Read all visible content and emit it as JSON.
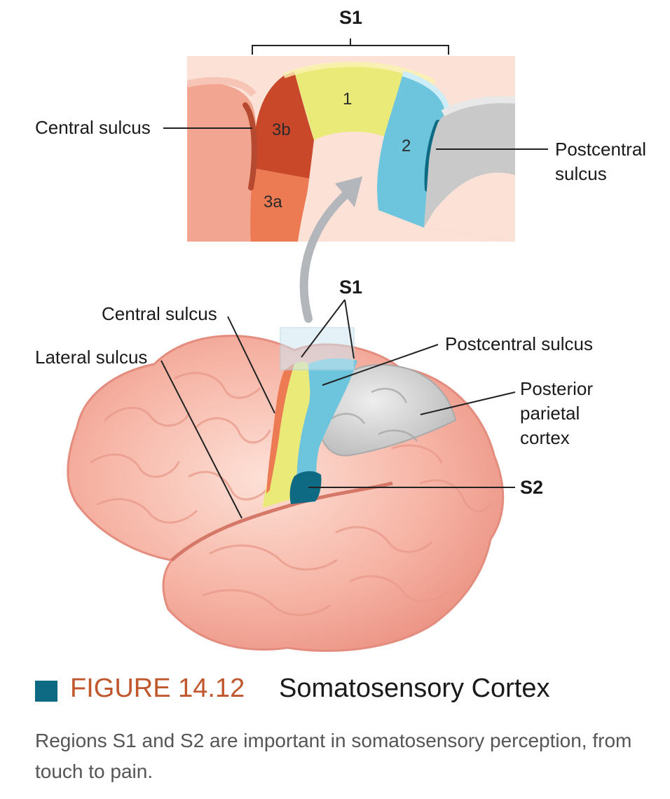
{
  "inset": {
    "bracket_label": "S1",
    "regions": [
      "3b",
      "3a",
      "1",
      "2"
    ],
    "central_sulcus_label": "Central sulcus",
    "postcentral_sulcus_label_line1": "Postcentral",
    "postcentral_sulcus_label_line2": "sulcus"
  },
  "brain": {
    "s1_label": "S1",
    "central_sulcus_label": "Central sulcus",
    "lateral_sulcus_label": "Lateral sulcus",
    "postcentral_sulcus_label": "Postcentral sulcus",
    "posterior_parietal_line1": "Posterior",
    "posterior_parietal_line2": "parietal",
    "posterior_parietal_line3": "cortex",
    "s2_label": "S2"
  },
  "colors": {
    "area_3b": "#c9482a",
    "area_3a": "#ec7a52",
    "area_1": "#e9ea78",
    "area_2": "#6cc5dc",
    "posterior_parietal": "#cfcfcf",
    "s2": "#0e6a82",
    "cortex": "#f4a898",
    "accent": "#c0572d"
  },
  "caption": {
    "figure_number": "FIGURE 14.12",
    "title": "Somatosensory Cortex",
    "description": "Regions S1 and S2 are important in somatosensory perception, from touch to pain."
  }
}
